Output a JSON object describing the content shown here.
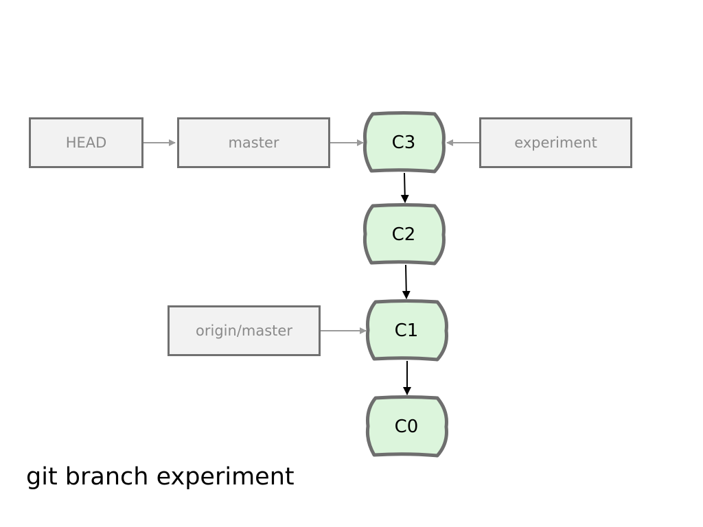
{
  "refs": {
    "head": "HEAD",
    "master": "master",
    "experiment": "experiment",
    "origin_master": "origin/master"
  },
  "commits": {
    "c3": "C3",
    "c2": "C2",
    "c1": "C1",
    "c0": "C0"
  },
  "caption": "git branch experiment",
  "colors": {
    "commit_fill": "#dcf5dc",
    "commit_border": "#6e6e6e",
    "ref_fill": "#f2f2f2",
    "ref_border": "#707070",
    "ref_text": "#8a8a8a",
    "ref_arrow": "#9a9a9a",
    "parent_arrow": "#000000"
  }
}
